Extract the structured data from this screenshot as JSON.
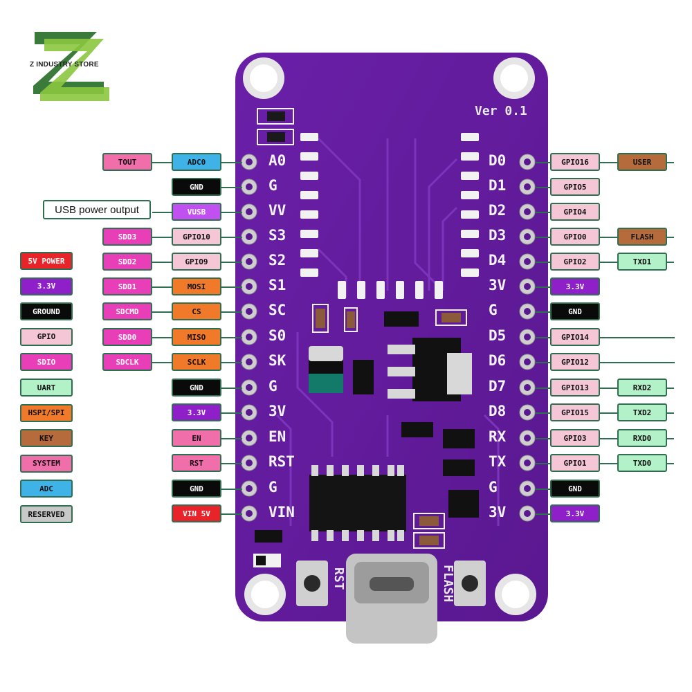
{
  "brand": {
    "name": "Z INDUSTRY STORE"
  },
  "board": {
    "version": "Ver 0.1",
    "rst_button": "RST",
    "flash_button": "FLASH"
  },
  "legend": [
    {
      "label": "5V POWER",
      "color": "#e8232a"
    },
    {
      "label": "3.3V",
      "color": "#8e1fc9"
    },
    {
      "label": "GROUND",
      "color": "#0a0a0a"
    },
    {
      "label": "GPIO",
      "color": "#f5c6d6"
    },
    {
      "label": "SDIO",
      "color": "#e83fb8"
    },
    {
      "label": "UART",
      "color": "#b3f2c8"
    },
    {
      "label": "HSPI/SPI",
      "color": "#f07a2a"
    },
    {
      "label": "KEY",
      "color": "#b56b3c"
    },
    {
      "label": "SYSTEM",
      "color": "#f06eaa"
    },
    {
      "label": "ADC",
      "color": "#3fb2e8"
    },
    {
      "label": "RESERVED",
      "color": "#c8c8c8"
    }
  ],
  "left_pins": [
    {
      "pin": "A0",
      "tags": [
        {
          "label": "TOUT",
          "color": "#f06eaa"
        },
        {
          "label": "ADC0",
          "color": "#3fb2e8"
        }
      ]
    },
    {
      "pin": "G",
      "tags": [
        {
          "label": "GND",
          "color": "#0a0a0a"
        }
      ]
    },
    {
      "pin": "VV",
      "tags": [
        {
          "label": "USB power output",
          "color": "#ffffff"
        },
        {
          "label": "VUSB",
          "color": "#c050f0"
        }
      ]
    },
    {
      "pin": "S3",
      "tags": [
        {
          "label": "SDD3",
          "color": "#e83fb8"
        },
        {
          "label": "GPIO10",
          "color": "#f5c6d6"
        }
      ]
    },
    {
      "pin": "S2",
      "tags": [
        {
          "label": "SDD2",
          "color": "#e83fb8"
        },
        {
          "label": "GPIO9",
          "color": "#f5c6d6"
        }
      ]
    },
    {
      "pin": "S1",
      "tags": [
        {
          "label": "SDD1",
          "color": "#e83fb8"
        },
        {
          "label": "MOSI",
          "color": "#f07a2a"
        }
      ]
    },
    {
      "pin": "SC",
      "tags": [
        {
          "label": "SDCMD",
          "color": "#e83fb8"
        },
        {
          "label": "CS",
          "color": "#f07a2a"
        }
      ]
    },
    {
      "pin": "S0",
      "tags": [
        {
          "label": "SDD0",
          "color": "#e83fb8"
        },
        {
          "label": "MISO",
          "color": "#f07a2a"
        }
      ]
    },
    {
      "pin": "SK",
      "tags": [
        {
          "label": "SDCLK",
          "color": "#e83fb8"
        },
        {
          "label": "SCLK",
          "color": "#f07a2a"
        }
      ]
    },
    {
      "pin": "G",
      "tags": [
        {
          "label": "GND",
          "color": "#0a0a0a"
        }
      ]
    },
    {
      "pin": "3V",
      "tags": [
        {
          "label": "3.3V",
          "color": "#8e1fc9"
        }
      ]
    },
    {
      "pin": "EN",
      "tags": [
        {
          "label": "EN",
          "color": "#f06eaa"
        }
      ]
    },
    {
      "pin": "RST",
      "tags": [
        {
          "label": "RST",
          "color": "#f06eaa"
        }
      ]
    },
    {
      "pin": "G",
      "tags": [
        {
          "label": "GND",
          "color": "#0a0a0a"
        }
      ]
    },
    {
      "pin": "VIN",
      "tags": [
        {
          "label": "VIN 5V",
          "color": "#e8232a"
        }
      ]
    }
  ],
  "right_pins": [
    {
      "pin": "D0",
      "tags": [
        {
          "label": "GPIO16",
          "color": "#f5c6d6"
        },
        {
          "label": "USER",
          "color": "#b56b3c"
        }
      ]
    },
    {
      "pin": "D1",
      "tags": [
        {
          "label": "GPIO5",
          "color": "#f5c6d6"
        }
      ]
    },
    {
      "pin": "D2",
      "tags": [
        {
          "label": "GPIO4",
          "color": "#f5c6d6"
        }
      ]
    },
    {
      "pin": "D3",
      "tags": [
        {
          "label": "GPIO0",
          "color": "#f5c6d6"
        },
        {
          "label": "FLASH",
          "color": "#b56b3c"
        }
      ]
    },
    {
      "pin": "D4",
      "tags": [
        {
          "label": "GPIO2",
          "color": "#f5c6d6"
        },
        {
          "label": "TXD1",
          "color": "#b3f2c8"
        }
      ]
    },
    {
      "pin": "3V",
      "tags": [
        {
          "label": "3.3V",
          "color": "#8e1fc9"
        }
      ]
    },
    {
      "pin": "G",
      "tags": [
        {
          "label": "GND",
          "color": "#0a0a0a"
        }
      ]
    },
    {
      "pin": "D5",
      "tags": [
        {
          "label": "GPIO14",
          "color": "#f5c6d6"
        }
      ]
    },
    {
      "pin": "D6",
      "tags": [
        {
          "label": "GPIO12",
          "color": "#f5c6d6"
        }
      ]
    },
    {
      "pin": "D7",
      "tags": [
        {
          "label": "GPIO13",
          "color": "#f5c6d6"
        },
        {
          "label": "RXD2",
          "color": "#b3f2c8"
        }
      ]
    },
    {
      "pin": "D8",
      "tags": [
        {
          "label": "GPIO15",
          "color": "#f5c6d6"
        },
        {
          "label": "TXD2",
          "color": "#b3f2c8"
        }
      ]
    },
    {
      "pin": "RX",
      "tags": [
        {
          "label": "GPIO3",
          "color": "#f5c6d6"
        },
        {
          "label": "RXD0",
          "color": "#b3f2c8"
        }
      ]
    },
    {
      "pin": "TX",
      "tags": [
        {
          "label": "GPIO1",
          "color": "#f5c6d6"
        },
        {
          "label": "TXD0",
          "color": "#b3f2c8"
        }
      ]
    },
    {
      "pin": "G",
      "tags": [
        {
          "label": "GND",
          "color": "#0a0a0a"
        }
      ]
    },
    {
      "pin": "3V",
      "tags": [
        {
          "label": "3.3V",
          "color": "#8e1fc9"
        }
      ]
    }
  ]
}
